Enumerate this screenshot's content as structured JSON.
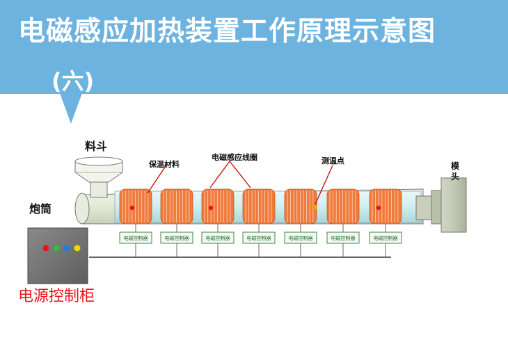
{
  "header": {
    "title": "电磁感应加热装置工作原理示意图",
    "subtitle": "(六)"
  },
  "labels": {
    "hopper": "料斗",
    "barrel": "炮筒",
    "insulation": "保温材料",
    "coil": "电磁感应线圈",
    "temp_point": "测温点",
    "die_head": "模头",
    "cabinet": "电源控制柜"
  },
  "controllers": [
    {
      "label": "电磁控制器"
    },
    {
      "label": "电磁控制器"
    },
    {
      "label": "电磁控制器"
    },
    {
      "label": "电磁控制器"
    },
    {
      "label": "电磁控制器"
    },
    {
      "label": "电磁控制器"
    },
    {
      "label": "电磁控制器"
    }
  ],
  "cabinet_lights": [
    "#e8141b",
    "#2bbf3a",
    "#1f7fd8",
    "#f2d600"
  ],
  "colors": {
    "banner": "#6db3e0",
    "coil": "#f07a3c",
    "cabinet_text": "#e8141b"
  }
}
